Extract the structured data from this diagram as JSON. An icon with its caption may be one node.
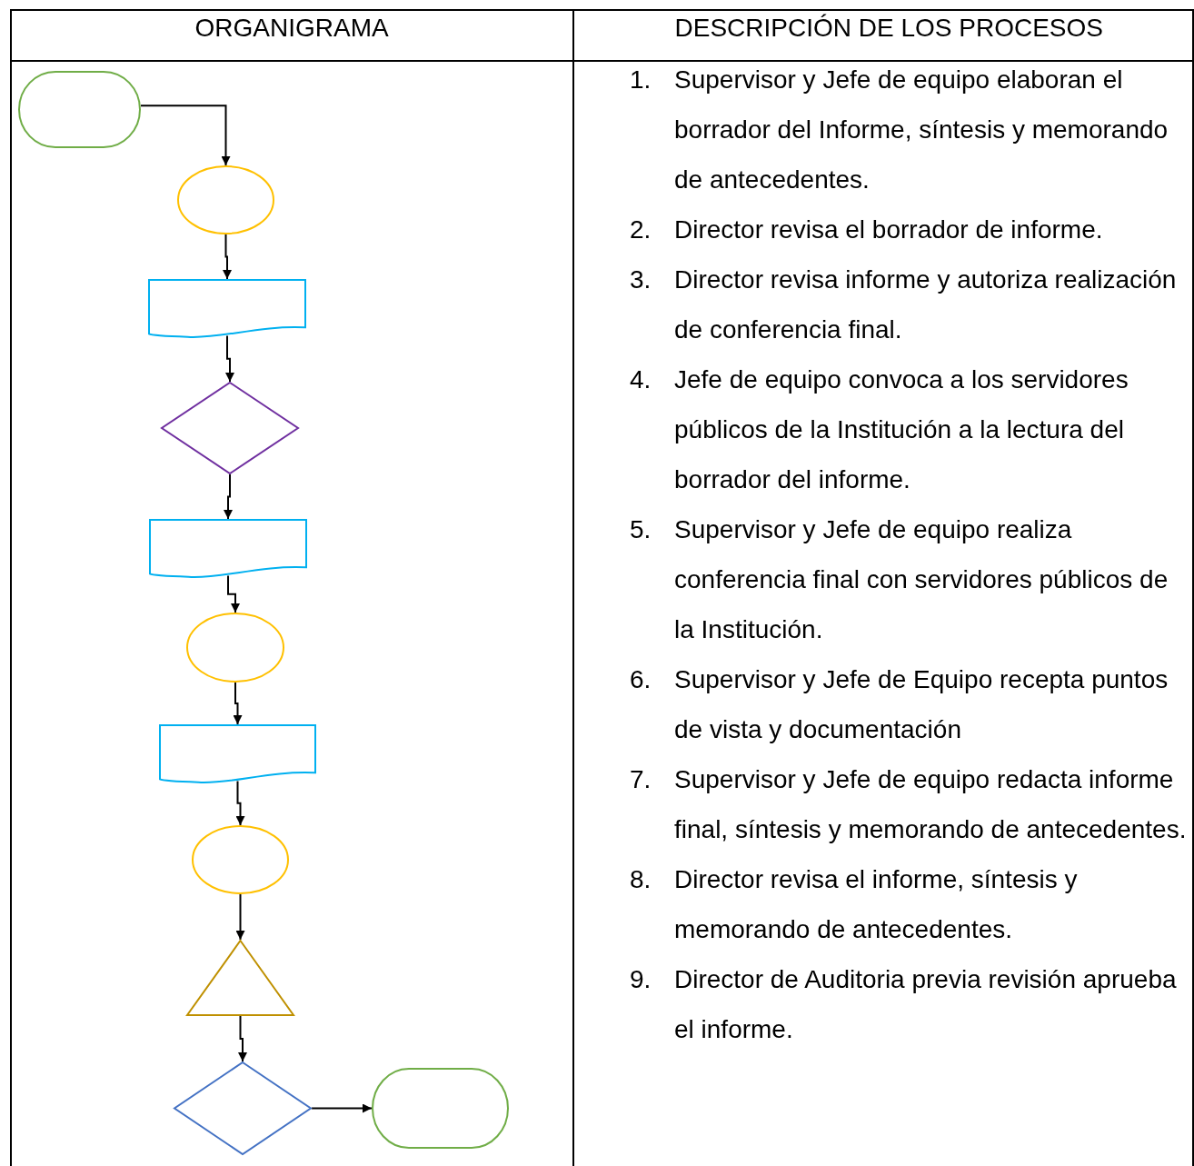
{
  "diagram": {
    "nodes": [
      {
        "text": [],
        "shape": "box"
      },
      {
        "text": [],
        "shape": "ellipse"
      },
      {
        "text": [],
        "shape": "document"
      },
      {
        "text": [],
        "shape": "diamond"
      },
      {
        "text": [],
        "shape": "document"
      },
      {
        "text": [],
        "shape": "ellipse"
      },
      {
        "text": [],
        "shape": "document"
      },
      {
        "text": [],
        "shape": "ellipse"
      },
      {
        "text": [],
        "shape": "triangle"
      },
      {
        "text": [],
        "shape": "diamond"
      },
      {
        "text": [],
        "shape": "box"
      }
    ],
    "edges": [
      {
        "from": 0,
        "to": 1,
        "arrow": "to"
      },
      {
        "from": 1,
        "to": 2,
        "arrow": "to"
      },
      {
        "from": 2,
        "to": 3,
        "arrow": "to"
      },
      {
        "from": 3,
        "to": 4,
        "arrow": "to"
      },
      {
        "from": 4,
        "to": 5,
        "arrow": "to"
      },
      {
        "from": 5,
        "to": 6,
        "arrow": "to"
      },
      {
        "from": 6,
        "to": 7,
        "arrow": "to"
      },
      {
        "from": 7,
        "to": 8,
        "arrow": "to"
      },
      {
        "from": 8,
        "to": 9,
        "arrow": "to"
      },
      {
        "from": 9,
        "to": 10,
        "arrow": "to"
      }
    ],
    "labels": [
      "ORGANIGRAMA",
      "DESCRIPCIÓN DE LOS PROCESOS",
      "1.",
      "Supervisor y Jefe de equipo elaboran el borrador del Informe, síntesis y memorando de antecedentes.",
      "2.",
      "Director revisa el borrador de informe.",
      "3.",
      "Director revisa informe y autoriza realización de conferencia final.",
      "4.",
      "Jefe de equipo convoca a los servidores públicos de la Institución a la lectura del borrador del informe.",
      "5.",
      "Supervisor y Jefe de equipo realiza conferencia final con servidores públicos de la Institución.",
      "6.",
      "Supervisor y Jefe de Equipo recepta puntos de vista y documentación",
      "7.",
      "Supervisor y Jefe de equipo redacta informe final, síntesis y memorando de antecedentes.",
      "8.",
      "Director revisa el informe, síntesis y memorando de antecedentes.",
      "9.",
      "Director de Auditoria previa revisión aprueba el informe."
    ]
  }
}
